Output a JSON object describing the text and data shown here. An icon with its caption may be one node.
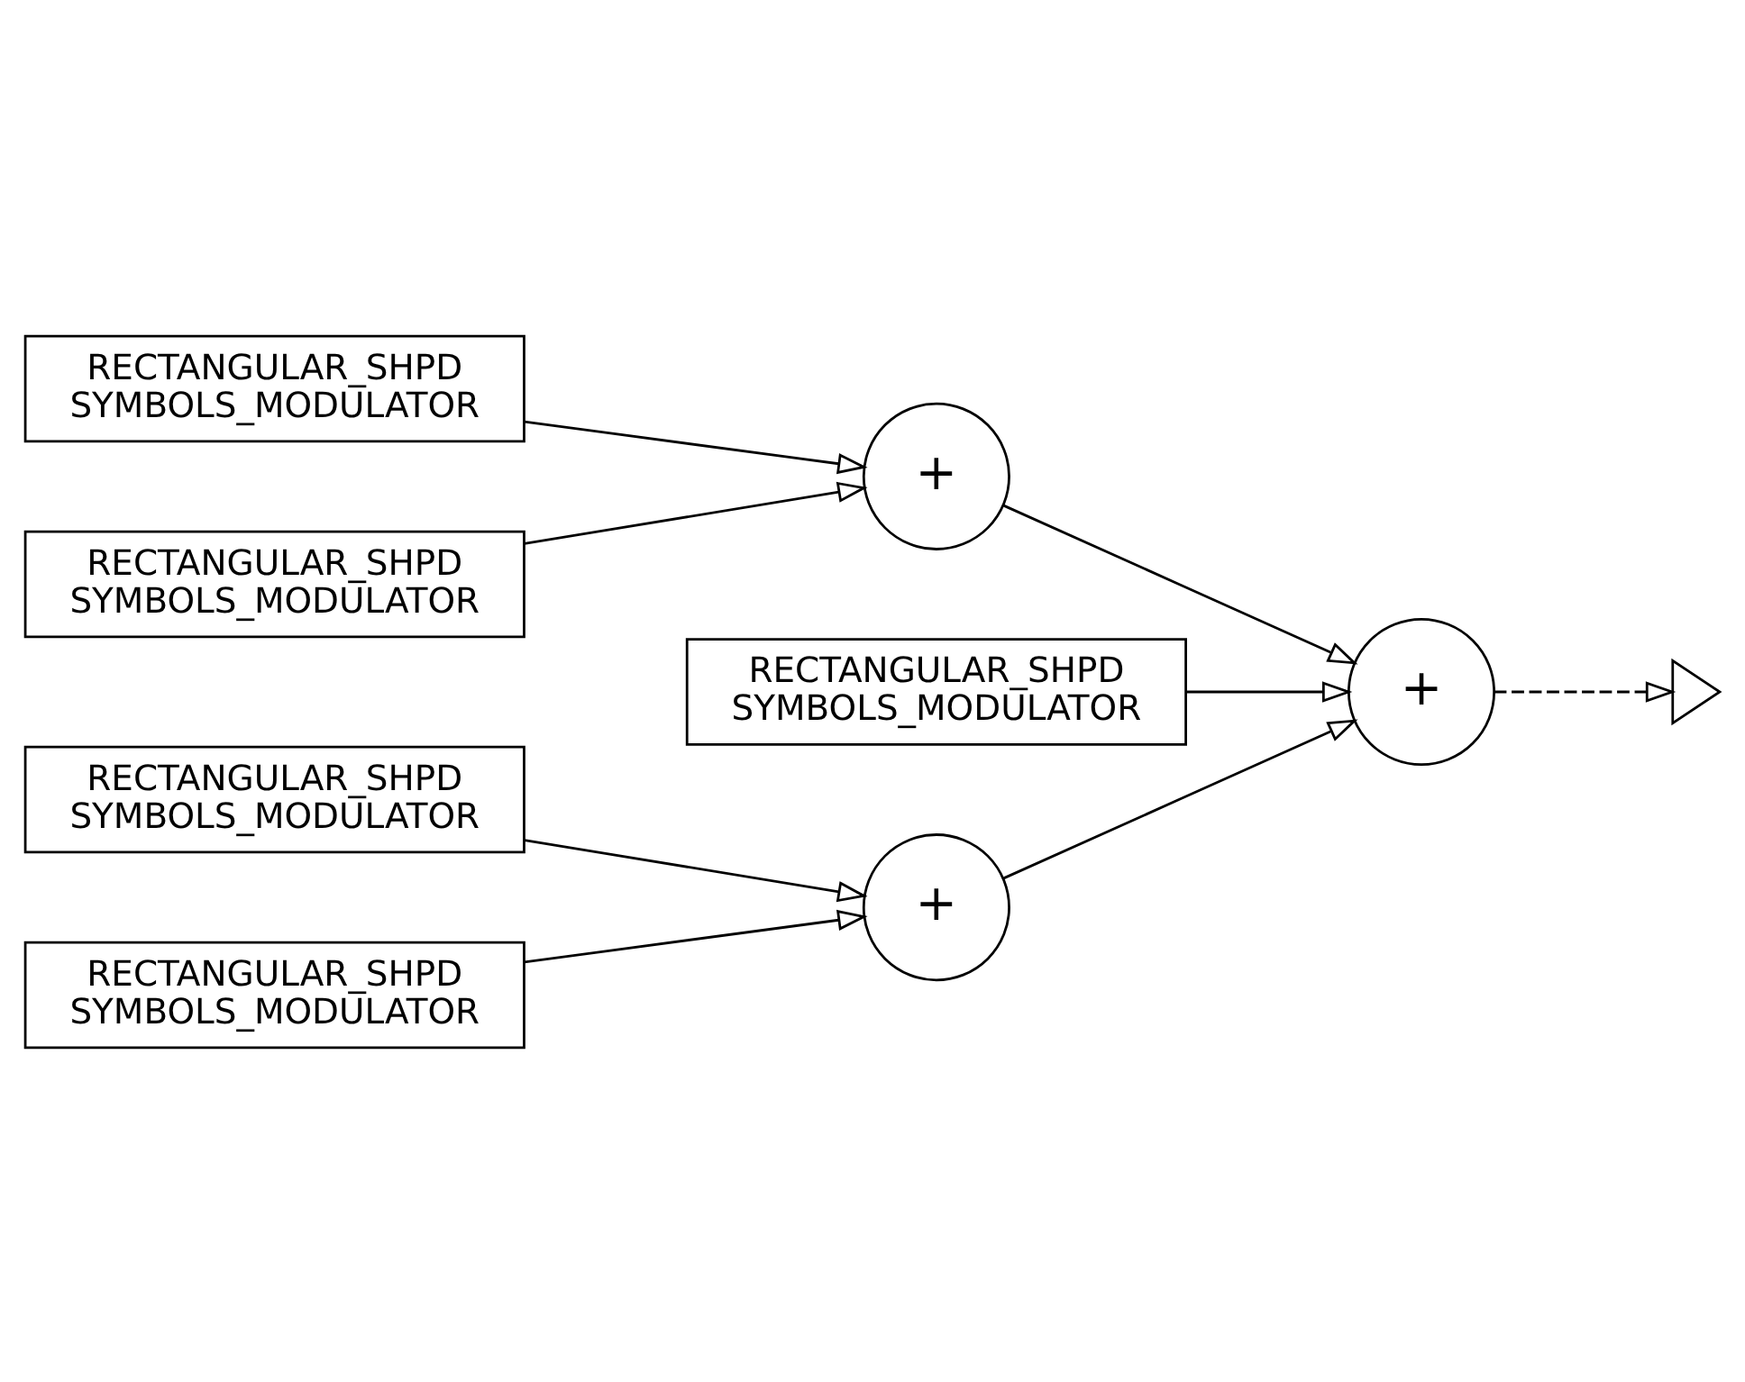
{
  "diagram": {
    "nodes": [
      {
        "text": [
          "RECTANGULAR_SHPD SYMBOLS_MODULATOR"
        ]
      },
      {
        "text": [
          "RECTANGULAR_SHPD SYMBOLS_MODULATOR"
        ]
      },
      {
        "text": [
          "+"
        ]
      },
      {
        "text": [
          "RECTANGULAR_SHPD SYMBOLS_MODULATOR"
        ]
      },
      {
        "text": [
          "+"
        ]
      },
      {
        "text": [],
        "shape": "triangle"
      },
      {
        "text": [
          "RECTANGULAR_SHPD SYMBOLS_MODULATOR"
        ]
      },
      {
        "text": [
          "+"
        ]
      },
      {
        "text": [
          "RECTANGULAR_SHPD SYMBOLS_MODULATOR"
        ]
      }
    ],
    "edges": [
      {
        "from": 0,
        "to": 2,
        "arrow": "to"
      },
      {
        "from": 1,
        "to": 2,
        "arrow": "to"
      },
      {
        "from": 2,
        "to": 4,
        "arrow": "to"
      },
      {
        "from": 3,
        "to": 4,
        "arrow": "to"
      },
      {
        "from": 7,
        "to": 4,
        "arrow": "to"
      },
      {
        "from": 4,
        "to": 5,
        "arrow": "to",
        "style": "dashed"
      },
      {
        "from": 6,
        "to": 7,
        "arrow": "to"
      },
      {
        "from": 8,
        "to": 7,
        "arrow": "to"
      }
    ]
  }
}
